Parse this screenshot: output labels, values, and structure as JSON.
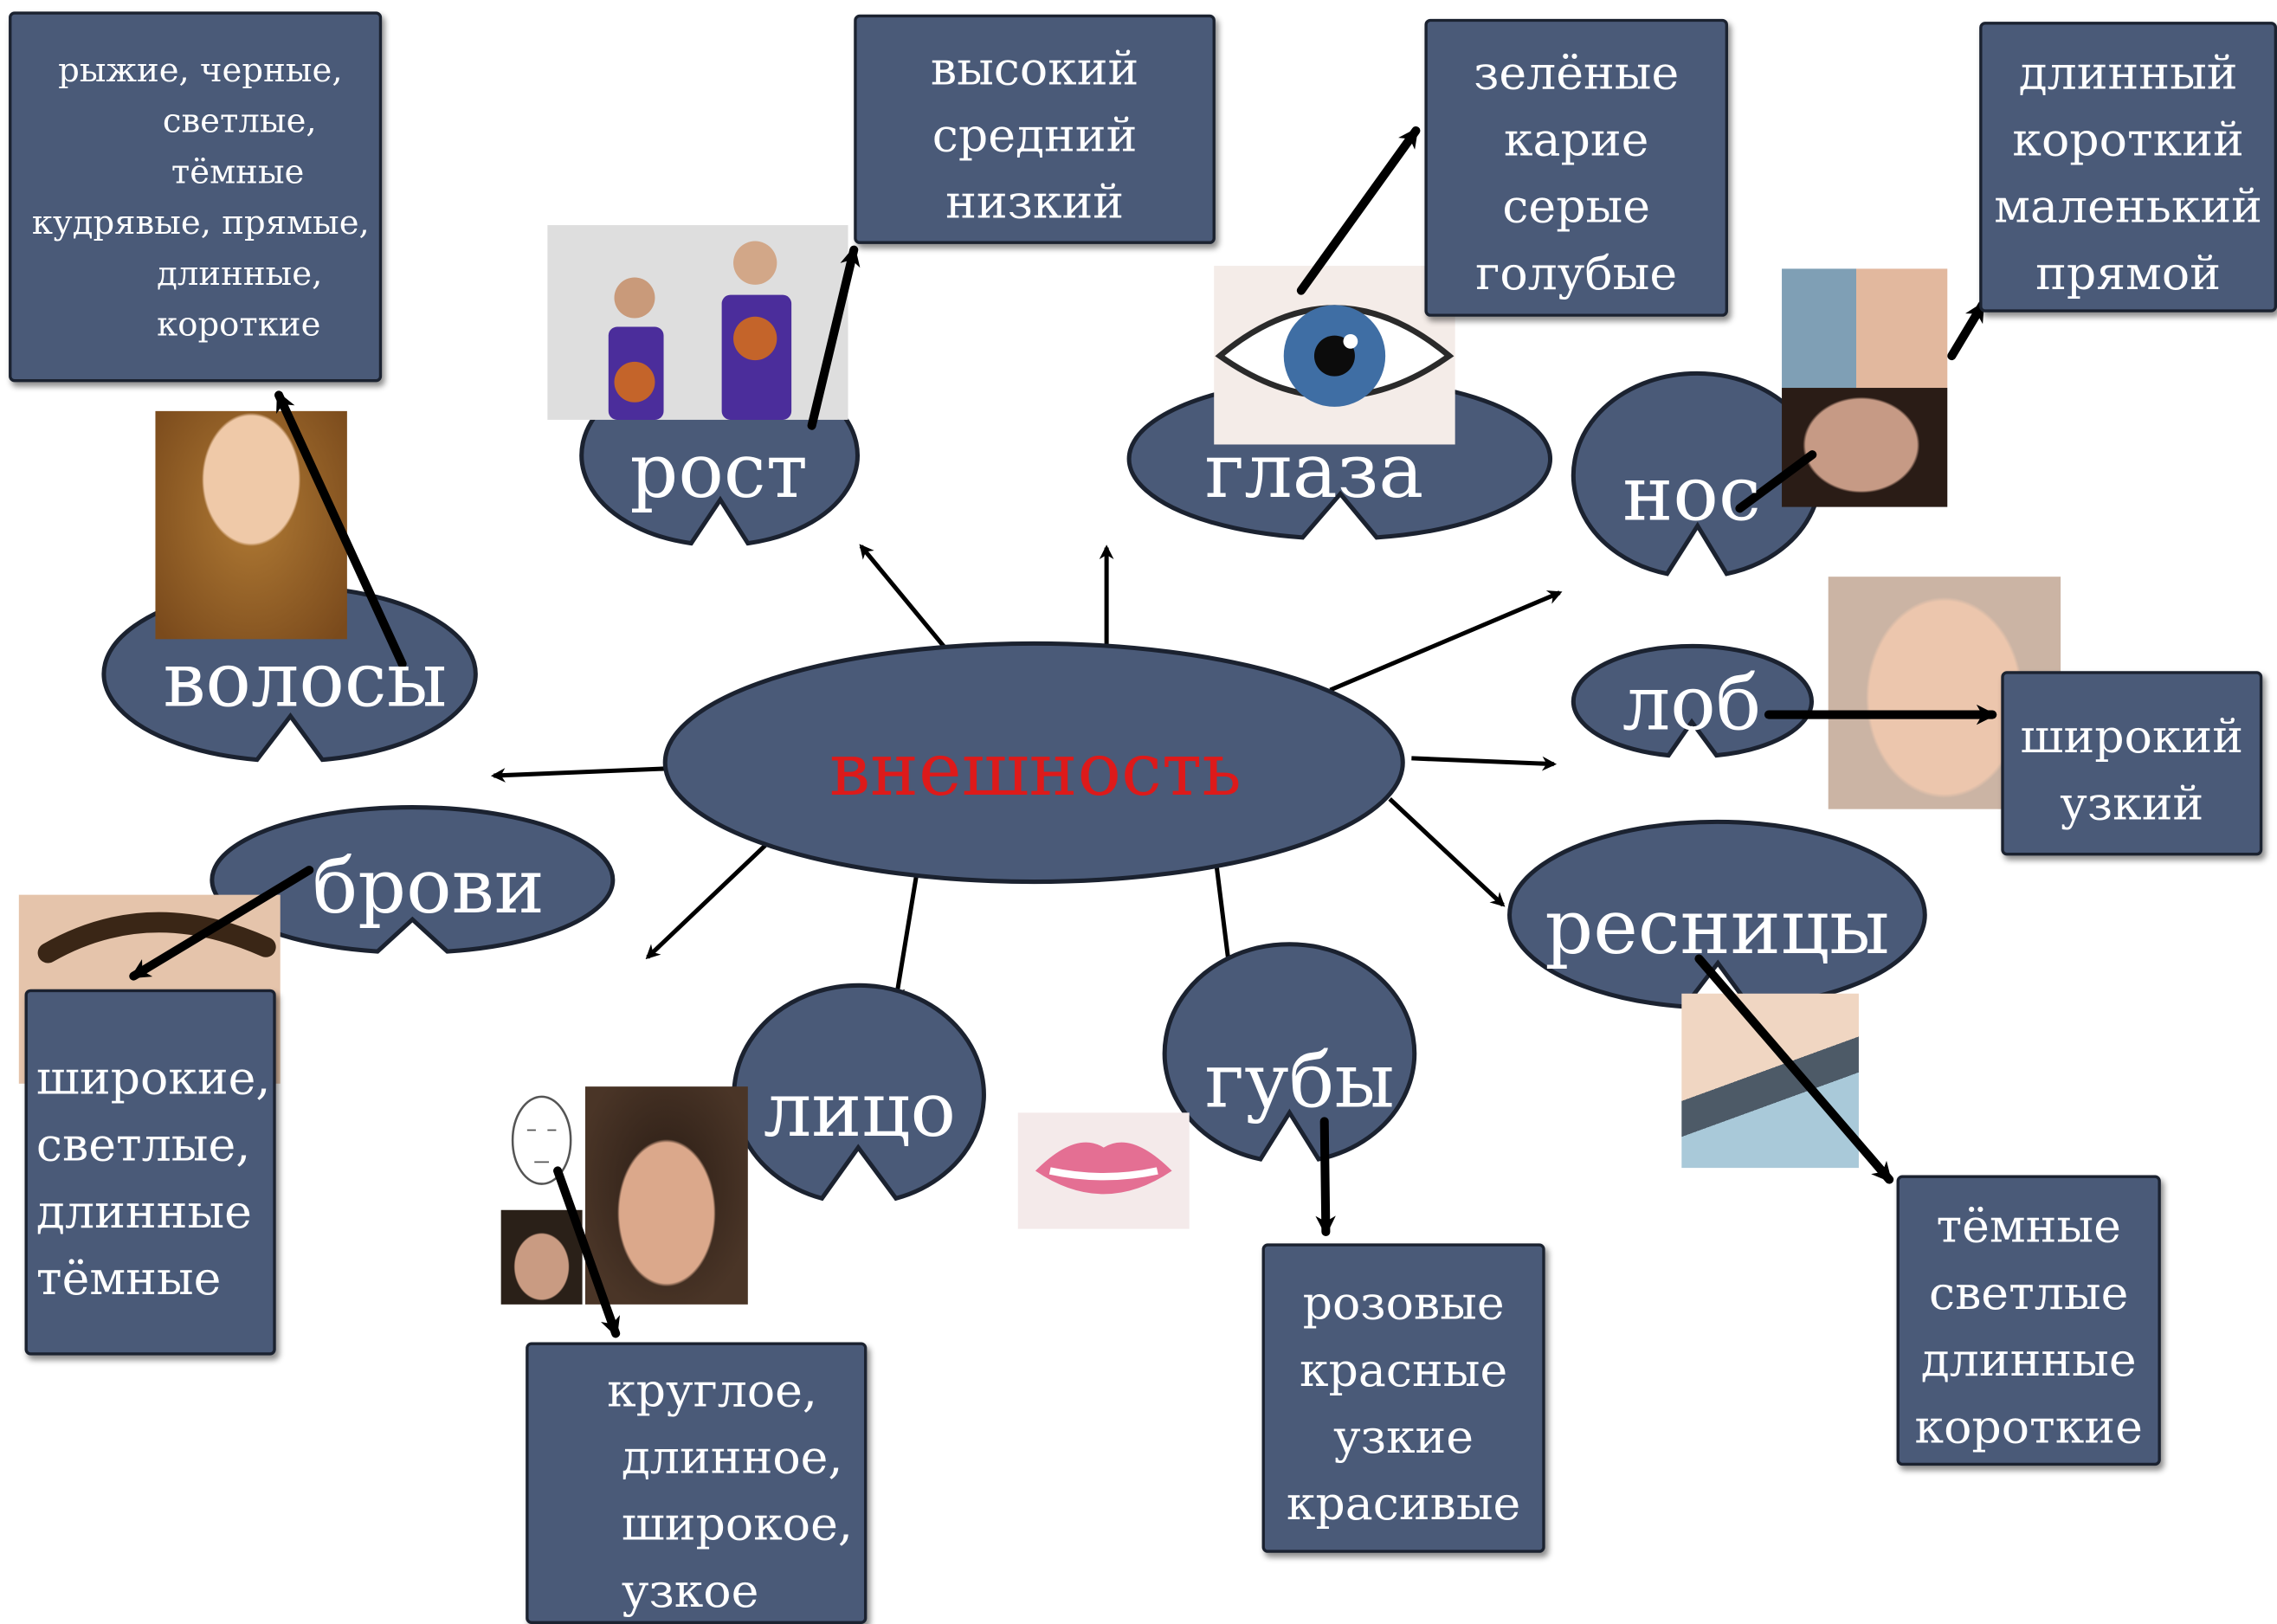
{
  "center": {
    "label": "внешность",
    "color": "#dd1a1a"
  },
  "shape_fill": "#4a5a78",
  "shape_stroke": "#1b2230",
  "text_color": "#ffffff",
  "topics": [
    {
      "id": "hair",
      "label": "волосы",
      "values": [
        "рыжие, черные,",
        "светлые,",
        "тёмные",
        "кудрявые, прямые,",
        "длинные,",
        "короткие"
      ]
    },
    {
      "id": "height",
      "label": "рост",
      "values": [
        "высокий",
        "средний",
        "низкий"
      ]
    },
    {
      "id": "eyes",
      "label": "глаза",
      "values": [
        "зелёные",
        "карие",
        "серые",
        "голубые"
      ]
    },
    {
      "id": "nose",
      "label": "нос",
      "values": [
        "длинный",
        "короткий",
        "маленький",
        "прямой"
      ]
    },
    {
      "id": "forehead",
      "label": "лоб",
      "values": [
        "широкий",
        "узкий"
      ]
    },
    {
      "id": "eyelashes",
      "label": "ресницы",
      "values": [
        "тёмные",
        "светлые",
        "длинные",
        "короткие"
      ]
    },
    {
      "id": "lips",
      "label": "губы",
      "values": [
        "розовые",
        "красные",
        "узкие",
        "красивые"
      ]
    },
    {
      "id": "face",
      "label": "лицо",
      "values": [
        "круглое,",
        "длинное,",
        "широкое,",
        "узкое"
      ]
    },
    {
      "id": "eyebrows",
      "label": "брови",
      "values": [
        "широкие,",
        "светлые,",
        "длинные",
        "тёмные"
      ]
    }
  ],
  "pictures": [
    "curly-hair-woman-photo",
    "basketball-players-photo",
    "blue-eye-photo",
    "man-nose-photo",
    "person-touching-nose-photo",
    "woman-touching-forehead-photo",
    "eyebrow-photo",
    "eyelashes-photo",
    "pink-lips-photo",
    "face-shape-sketch",
    "short-hair-woman-photo",
    "young-man-face-photo"
  ]
}
